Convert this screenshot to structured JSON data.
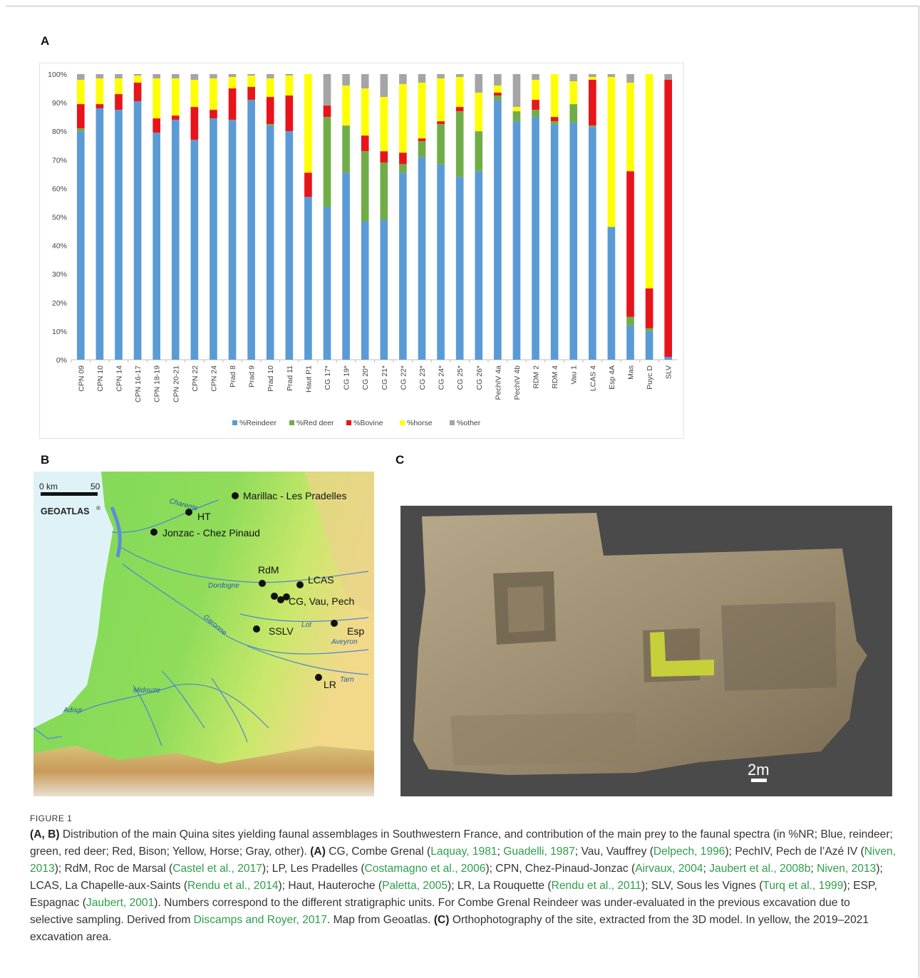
{
  "panels": {
    "a": "A",
    "b": "B",
    "c": "C"
  },
  "colors": {
    "reindeer": "#5b9bd5",
    "red_deer": "#70ad47",
    "bovine": "#e8141b",
    "horse": "#ffff00",
    "other": "#a5a5a5",
    "citation": "#2e9e4a"
  },
  "chart_data": {
    "type": "bar",
    "stacked": true,
    "ylim": [
      0,
      100
    ],
    "yticks": [
      "0%",
      "10%",
      "20%",
      "30%",
      "40%",
      "50%",
      "60%",
      "70%",
      "80%",
      "90%",
      "100%"
    ],
    "grid": false,
    "legend_position": "bottom",
    "categories": [
      "CPN 09",
      "CPN 10",
      "CPN 14",
      "CPN 16-17",
      "CPN 18-19",
      "CPN 20-21",
      "CPN 22",
      "CPN 24",
      "Prad 8",
      "Prad 9",
      "Prad 10",
      "Prad 11",
      "Haut P1",
      "CG 17*",
      "CG 19*",
      "CG 20*",
      "CG 21*",
      "CG 22*",
      "CG 23*",
      "CG 24*",
      "CG 25*",
      "CG 26*",
      "PechIV 4a",
      "PechIV 4b",
      "RDM 2",
      "RDM 4",
      "Vau 1",
      "LCAS 4",
      "Esp 4A",
      "Mas",
      "Puyc D",
      "SLV"
    ],
    "series": [
      {
        "name": "%Reindeer",
        "color": "#5b9bd5",
        "values": [
          80,
          88,
          87.5,
          90.5,
          79.5,
          84,
          77,
          84.5,
          84,
          91,
          82,
          80,
          57,
          53.5,
          65.5,
          48.5,
          49,
          65.5,
          71,
          68.5,
          64,
          66,
          91,
          83.5,
          85,
          82.5,
          83,
          81.5,
          46.5,
          12,
          10,
          1
        ]
      },
      {
        "name": "%Red deer",
        "color": "#70ad47",
        "values": [
          1,
          0,
          0,
          0,
          0,
          0,
          0,
          0,
          0,
          0,
          0.5,
          0,
          0,
          31.5,
          16.5,
          24.5,
          20,
          3,
          5.5,
          14,
          23,
          14,
          1.5,
          3.5,
          2.5,
          1,
          6.5,
          0.5,
          0,
          3,
          1,
          0
        ]
      },
      {
        "name": "%Bovine",
        "color": "#e8141b",
        "values": [
          8.5,
          1.5,
          5.5,
          6.5,
          5,
          1.5,
          11.5,
          3,
          11,
          4.5,
          9.5,
          12.5,
          8.5,
          4,
          0,
          5.5,
          4,
          4,
          1,
          1,
          1.5,
          0,
          1,
          0,
          3.5,
          1.5,
          0,
          16,
          0,
          51,
          14,
          97
        ]
      },
      {
        "name": "%horse",
        "color": "#ffff00",
        "values": [
          8.5,
          9,
          5.5,
          2.5,
          14,
          13,
          9.5,
          11,
          4,
          4,
          6.5,
          7,
          34.5,
          0,
          14,
          16.5,
          19,
          24,
          19.5,
          15,
          10.5,
          13.5,
          2.5,
          1.5,
          7,
          15,
          8,
          1,
          52.5,
          31,
          75,
          0
        ]
      },
      {
        "name": "%other",
        "color": "#a5a5a5",
        "values": [
          2,
          1.5,
          1.5,
          0.5,
          1.5,
          1.5,
          2,
          1.5,
          1,
          0.5,
          1.5,
          0.5,
          0,
          11,
          4,
          5,
          8,
          3.5,
          3,
          1.5,
          1,
          6.5,
          4,
          11.5,
          2,
          0,
          2.5,
          1,
          1,
          3,
          0,
          2
        ]
      }
    ]
  },
  "map": {
    "scale_zero": "0 km",
    "scale_end": "50",
    "brand": "GEOATLAS",
    "brand_mark": "®",
    "sites": [
      {
        "label": "Marillac - Les Pradelles"
      },
      {
        "label": "HT"
      },
      {
        "label": "Jonzac - Chez Pinaud"
      },
      {
        "label": "RdM"
      },
      {
        "label": "LCAS"
      },
      {
        "label": "CG, Vau, Pech"
      },
      {
        "label": "SSLV"
      },
      {
        "label": "Esp"
      },
      {
        "label": "LR"
      }
    ],
    "rivers": [
      "Charente",
      "Dordogne",
      "Garonne",
      "Lot",
      "Aveyron",
      "Tarn",
      "Midouze",
      "Adour"
    ]
  },
  "photo": {
    "scale_label": "2m"
  },
  "caption": {
    "heading": "FIGURE 1",
    "p1_lead": "(A, B)",
    "p1_text": " Distribution of the main Quina sites yielding faunal assemblages in Southwestern France, and contribution of the main prey to the faunal spectra (in %NR; Blue, reindeer; green, red deer; Red, Bison; Yellow, Horse; Gray, other). ",
    "p2_lead": "(A)",
    "p2_a": " CG, Combe Grenal (",
    "c1": "Laquay, 1981",
    "s1": "; ",
    "c2": "Guadelli, 1987",
    "p2_b": "; Vau, Vauffrey (",
    "c3": "Delpech, 1996",
    "p2_c": "); PechIV, Pech de l’Azé IV (",
    "c4": "Niven, 2013",
    "p2_d": "); RdM, Roc de Marsal (",
    "c5": "Castel et al., 2017",
    "p2_e": "); LP, Les Pradelles (",
    "c6": "Costamagno et al., 2006",
    "p2_f": "); CPN, Chez-Pinaud-Jonzac (",
    "c7": "Airvaux, 2004",
    "s2": "; ",
    "c8": "Jaubert et al., 2008b",
    "s3": "; ",
    "c9": "Niven, 2013",
    "p2_g": "); LCAS, La Chapelle-aux-Saints (",
    "c10": "Rendu et al., 2014",
    "p2_h": "); Haut, Hauteroche (",
    "c11": "Paletta, 2005",
    "p2_i": "); LR, La Rouquette (",
    "c12": "Rendu et al., 2011",
    "p2_j": "); SLV, Sous les Vignes (",
    "c13": "Turq et al., 1999",
    "p2_k": "); ESP, Espagnac (",
    "c14": "Jaubert, 2001",
    "p2_l": "). Numbers correspond to the different stratigraphic units. For Combe Grenal Reindeer was under-evaluated in the previous excavation due to selective sampling. Derived from ",
    "c15": "Discamps and Royer, 2017",
    "p2_m": ". Map from Geoatlas. ",
    "p3_lead": "(C)",
    "p3_text": " Orthophotography of the site, extracted from the 3D model. In yellow, the 2019–2021 excavation area."
  }
}
